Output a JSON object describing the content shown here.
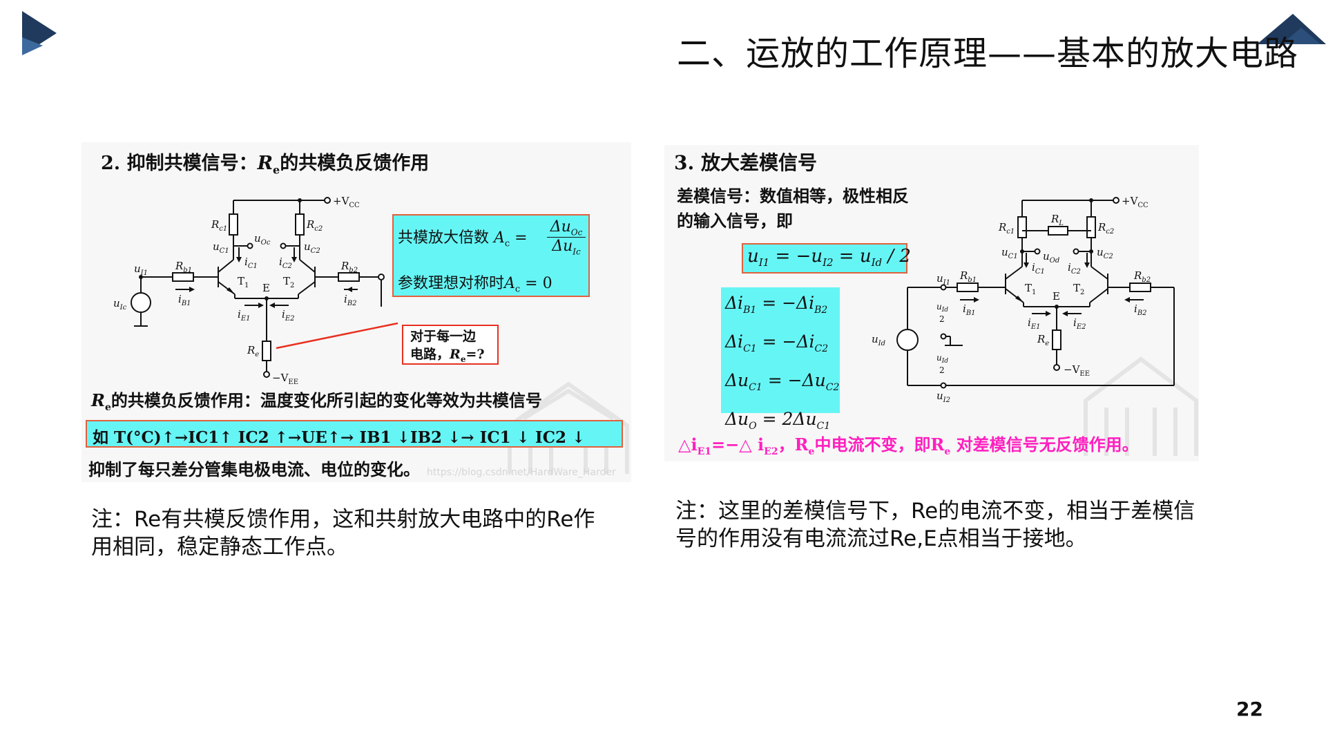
{
  "slide": {
    "title": "二、运放的工作原理——基本的放大电路",
    "page_number": "22"
  },
  "left": {
    "heading_num": "2.",
    "heading_text": "抑制共模信号：",
    "heading_var": "R",
    "heading_sub": "e",
    "heading_tail": "的共模负反馈作用",
    "box_line1_text": "共模放大倍数",
    "box_line1_var": "A",
    "box_line1_sub": "c",
    "box_frac_num": "Δu",
    "box_frac_num_sub": "Oc",
    "box_frac_den": "Δu",
    "box_frac_den_sub": "Ic",
    "box_line2_text": "参数理想对称时",
    "box_line2_var": "A",
    "box_line2_sub": "c",
    "box_line2_val": " = 0",
    "question_line1": "对于每一边",
    "question_line2_a": "电路，",
    "question_line2_var": "R",
    "question_line2_sub": "e",
    "question_line2_b": "=?",
    "feedback_var": "R",
    "feedback_sub": "e",
    "feedback_text": "的共模负反馈作用：温度变化所引起的变化等效为共模信号",
    "chain": "如 T(°C)↑→IC1↑ IC2 ↑→UE↑→ IB1 ↓IB2 ↓→ IC1 ↓ IC2 ↓",
    "suppress_text": "抑制了每只差分管集电极电流、电位的变化。",
    "watermark": "https://blog.csdn.net/HardWare_Harder",
    "note": "注：Re有共模反馈作用，这和共射放大电路中的Re作用相同，稳定静态工作点。",
    "circuit_labels": {
      "vcc": "+V",
      "vcc_sub": "CC",
      "vee": "−V",
      "vee_sub": "EE",
      "rc1": "R",
      "rc1_sub": "c1",
      "rc2": "R",
      "rc2_sub": "c2",
      "rb1": "R",
      "rb1_sub": "b1",
      "rb2": "R",
      "rb2_sub": "b2",
      "re": "R",
      "re_sub": "e",
      "t1": "T",
      "t1_sub": "1",
      "t2": "T",
      "t2_sub": "2",
      "e": "E",
      "uoc": "u",
      "uoc_sub": "Oc",
      "uc1": "u",
      "uc1_sub": "C1",
      "uc2": "u",
      "uc2_sub": "C2",
      "ui1": "u",
      "ui1_sub": "I1",
      "uic": "u",
      "uic_sub": "Ic",
      "ic1": "i",
      "ic1_sub": "C1",
      "ic2": "i",
      "ic2_sub": "C2",
      "ib1": "i",
      "ib1_sub": "B1",
      "ib2": "i",
      "ib2_sub": "B2",
      "ie1": "i",
      "ie1_sub": "E1",
      "ie2": "i",
      "ie2_sub": "E2"
    }
  },
  "right": {
    "heading_num": "3.",
    "heading_text": "放大差模信号",
    "desc_line1": "差模信号：数值相等，极性相反",
    "desc_line2": "的输入信号，即",
    "formula_main": "u",
    "formula_main_parts": [
      "u",
      "I1",
      " = −u",
      "I2",
      " = u",
      "Id",
      " / 2"
    ],
    "eqs": [
      [
        "Δi",
        "B1",
        " = −Δi",
        "B2",
        ""
      ],
      [
        "Δi",
        "C1",
        " = −Δi",
        "C2",
        ""
      ],
      [
        "Δu",
        "C1",
        " = −Δu",
        "C2",
        ""
      ],
      [
        "Δu",
        "O",
        " = 2Δu",
        "C1",
        ""
      ]
    ],
    "pink_line": [
      "△i",
      "E1",
      "=−△ i",
      "E2",
      "，R",
      "e",
      "中电流不变，即R",
      "e",
      " 对差模信号无反馈作用。"
    ],
    "note": "注：这里的差模信号下，Re的电流不变，相当于差模信号的作用没有电流流过Re,E点相当于接地。",
    "circuit_labels": {
      "vcc": "+V",
      "vcc_sub": "CC",
      "vee": "−V",
      "vee_sub": "EE",
      "rc1": "R",
      "rc1_sub": "c1",
      "rc2": "R",
      "rc2_sub": "c2",
      "rl": "R",
      "rl_sub": "L",
      "rb1": "R",
      "rb1_sub": "b1",
      "rb2": "R",
      "rb2_sub": "b2",
      "re": "R",
      "re_sub": "e",
      "t1": "T",
      "t1_sub": "1",
      "t2": "T",
      "t2_sub": "2",
      "e": "E",
      "uod": "u",
      "uod_sub": "Od",
      "uc1": "u",
      "uc1_sub": "C1",
      "uc2": "u",
      "uc2_sub": "C2",
      "ui1": "u",
      "ui1_sub": "I1",
      "ui2": "u",
      "ui2_sub": "I2",
      "uid": "u",
      "uid_sub": "Id",
      "half_num": "u",
      "half_num_sub": "Id",
      "half_den": "2",
      "ic1": "i",
      "ic1_sub": "C1",
      "ic2": "i",
      "ic2_sub": "C2",
      "ib1": "i",
      "ib1_sub": "B1",
      "ib2": "i",
      "ib2_sub": "B2",
      "ie1": "i",
      "ie1_sub": "E1",
      "ie2": "i",
      "ie2_sub": "E2"
    }
  },
  "colors": {
    "accent_dark": "#1f3a5c",
    "cyan_box": "#66f5f5",
    "box_border": "#e0603c",
    "pink_text": "#ff1fbf",
    "red_line": "#e83020"
  }
}
